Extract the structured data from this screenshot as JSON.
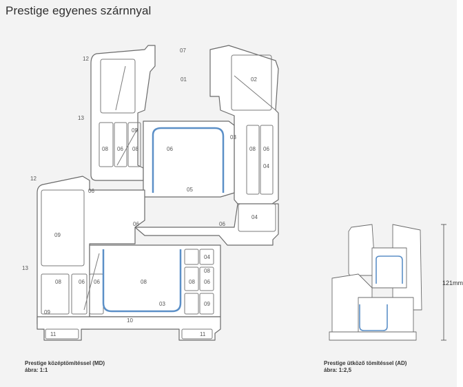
{
  "title": "Prestige egyenes szárnnyal",
  "captions": {
    "left_line1": "Prestige középtömítéssel (MD)",
    "left_line2": "ábra: 1:1",
    "right_line1": "Prestige ütköző tömítéssel (AD)",
    "right_line2": "ábra: 1:2,5"
  },
  "dimension": "121mm",
  "labels": {
    "l07": "07",
    "l01": "01",
    "l02": "02",
    "l12a": "12",
    "l13a": "13",
    "l09a": "09",
    "l08a": "08",
    "l06a": "06",
    "l08b": "08",
    "l06b": "06",
    "l03a": "03",
    "l08c": "08",
    "l06c": "06",
    "l04a": "04",
    "l05": "05",
    "l12b": "12",
    "l06d": "06",
    "l04b": "04",
    "l09b": "09",
    "l06e": "06",
    "l06f": "06",
    "l13b": "13",
    "l04c": "04",
    "l08d": "08",
    "l06g": "06",
    "l06h": "06",
    "l08e": "08",
    "l08f": "08",
    "l06i": "06",
    "l03b": "03",
    "l09c": "09",
    "l09d": "09",
    "l10": "10",
    "l11a": "11",
    "l11b": "11",
    "l08g": "08"
  },
  "colors": {
    "outline": "#6a6a6a",
    "seal": "#5b8fc7",
    "fill": "#ffffff"
  }
}
